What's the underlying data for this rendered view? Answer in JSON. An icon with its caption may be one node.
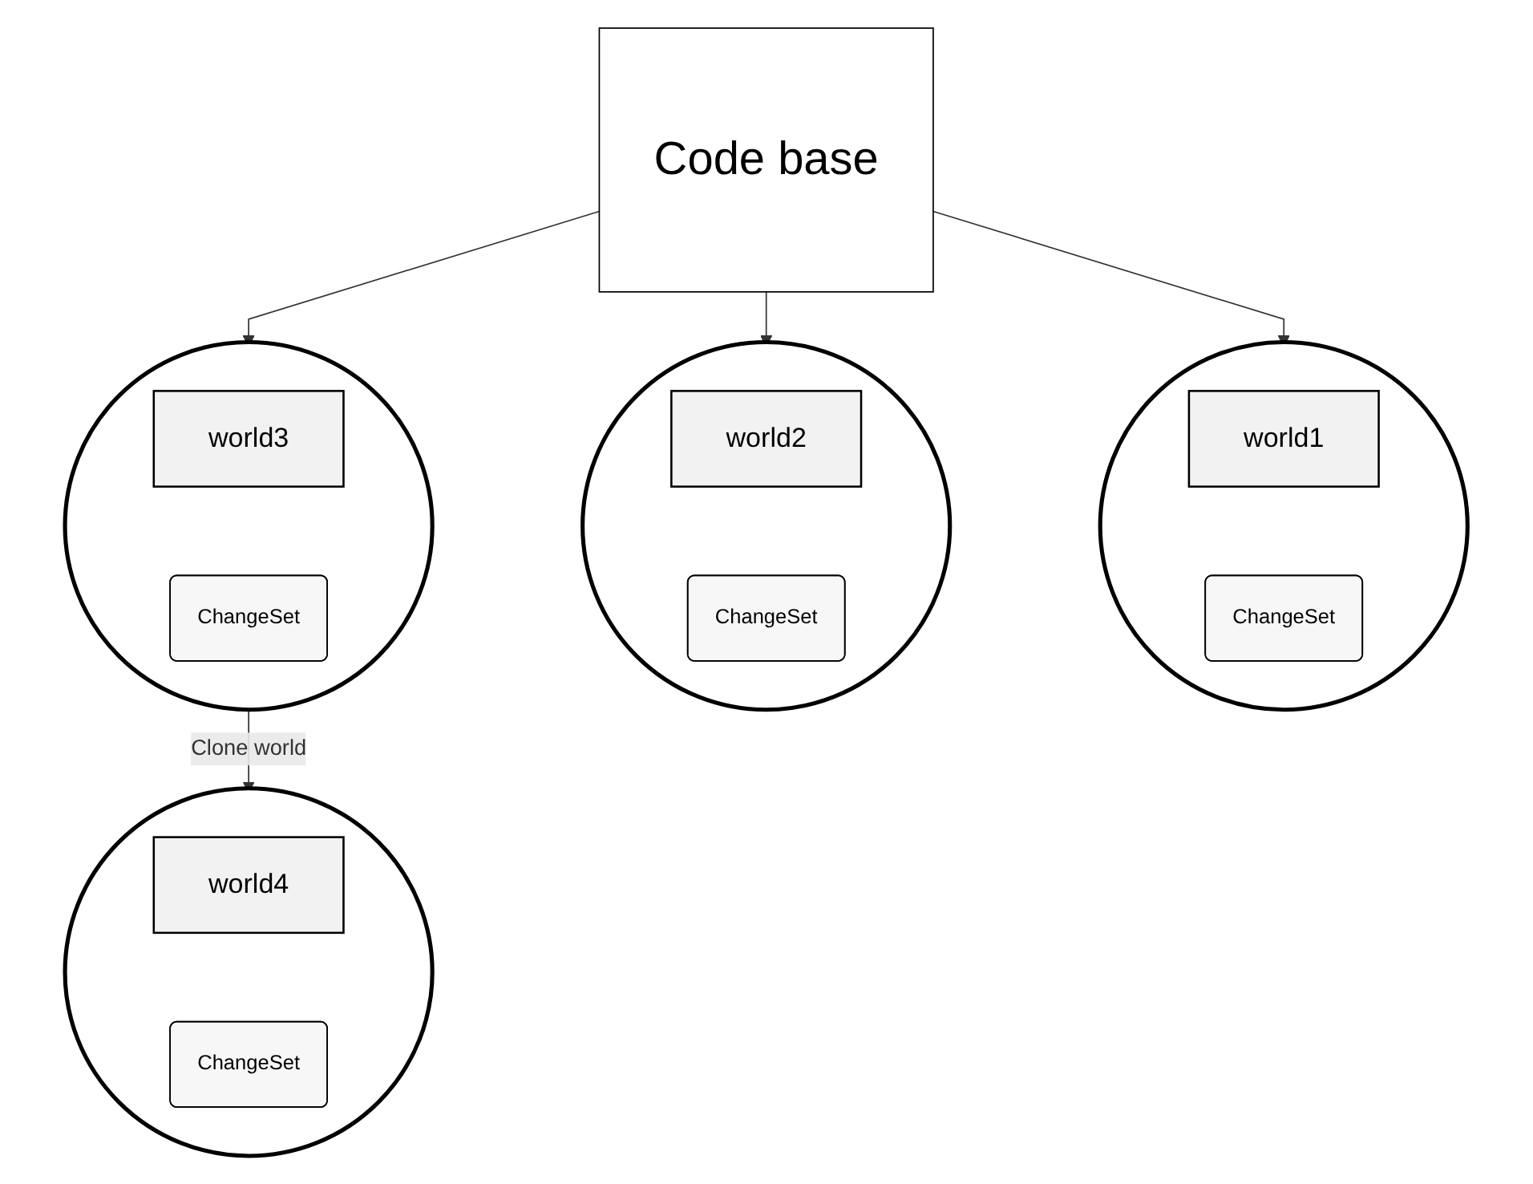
{
  "diagram": {
    "nodes": [
      {
        "text": [],
        "shape": "circle"
      },
      {
        "text": [
          "world1"
        ],
        "in": 0
      },
      {
        "text": [
          "ChangeSet"
        ],
        "in": 0
      },
      {
        "text": [],
        "shape": "circle"
      },
      {
        "text": [
          "world2"
        ],
        "in": 3
      },
      {
        "text": [
          "ChangeSet"
        ],
        "in": 3
      },
      {
        "text": [
          "Code base"
        ]
      },
      {
        "text": [],
        "shape": "circle"
      },
      {
        "text": [
          "world3"
        ],
        "in": 7
      },
      {
        "text": [
          "ChangeSet"
        ],
        "in": 7
      },
      {
        "text": [],
        "shape": "circle"
      },
      {
        "text": [
          "world4"
        ],
        "in": 10
      },
      {
        "text": [
          "ChangeSet"
        ],
        "in": 10
      }
    ],
    "edges": [
      {
        "from": 6,
        "to": 0,
        "arrow": "to"
      },
      {
        "from": 6,
        "to": 3,
        "arrow": "to"
      },
      {
        "from": 6,
        "to": 7,
        "arrow": "to"
      },
      {
        "from": 7,
        "to": 10,
        "arrow": "to",
        "label": "Clone world"
      }
    ]
  }
}
